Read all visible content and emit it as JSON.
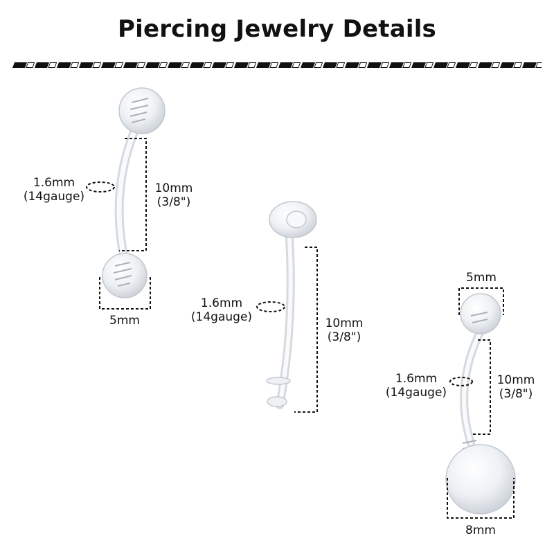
{
  "title": "Piercing Jewelry Details",
  "items": [
    {
      "thickness": "1.6mm",
      "gauge": "(14gauge)",
      "length": "10mm",
      "length_inch": "(3/8\")",
      "ball": "5mm"
    },
    {
      "thickness": "1.6mm",
      "gauge": "(14gauge)",
      "length": "10mm",
      "length_inch": "(3/8\")"
    },
    {
      "thickness": "1.6mm",
      "gauge": "(14gauge)",
      "length": "10mm",
      "length_inch": "(3/8\")",
      "top_ball": "5mm",
      "bottom_ball": "8mm"
    }
  ]
}
